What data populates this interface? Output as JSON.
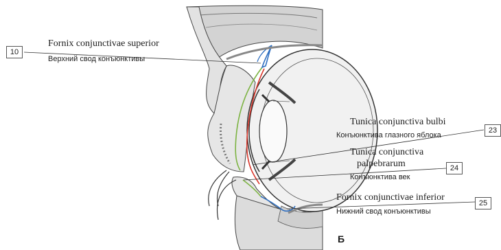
{
  "labels": {
    "fornix_superior": {
      "number": "10",
      "latin": "Fornix conjunctivae superior",
      "russian": "Верхний свод конъюнктивы"
    },
    "conjunctiva_bulbi": {
      "number": "23",
      "latin": "Tunica conjunctiva bulbi",
      "russian": "Конъюнктива глазного яблока"
    },
    "conjunctiva_palpebrarum": {
      "number": "24",
      "latin_line1": "Tunica conjunctiva",
      "latin_line2": "palpebrarum",
      "russian": "Конъюнктива век"
    },
    "fornix_inferior": {
      "number": "25",
      "latin": "Fornix conjunctivae inferior",
      "russian": "Нижний свод конъюнктивы"
    }
  },
  "panel_letter": "Б",
  "colors": {
    "conjunctiva_bulbi": "#d9362b",
    "conjunctiva_palpebrarum": "#7cb342",
    "fornix": "#2f6fc0",
    "bone": "#d6d6d6",
    "tissue": "#ececec",
    "outline": "#3a3a3a"
  }
}
